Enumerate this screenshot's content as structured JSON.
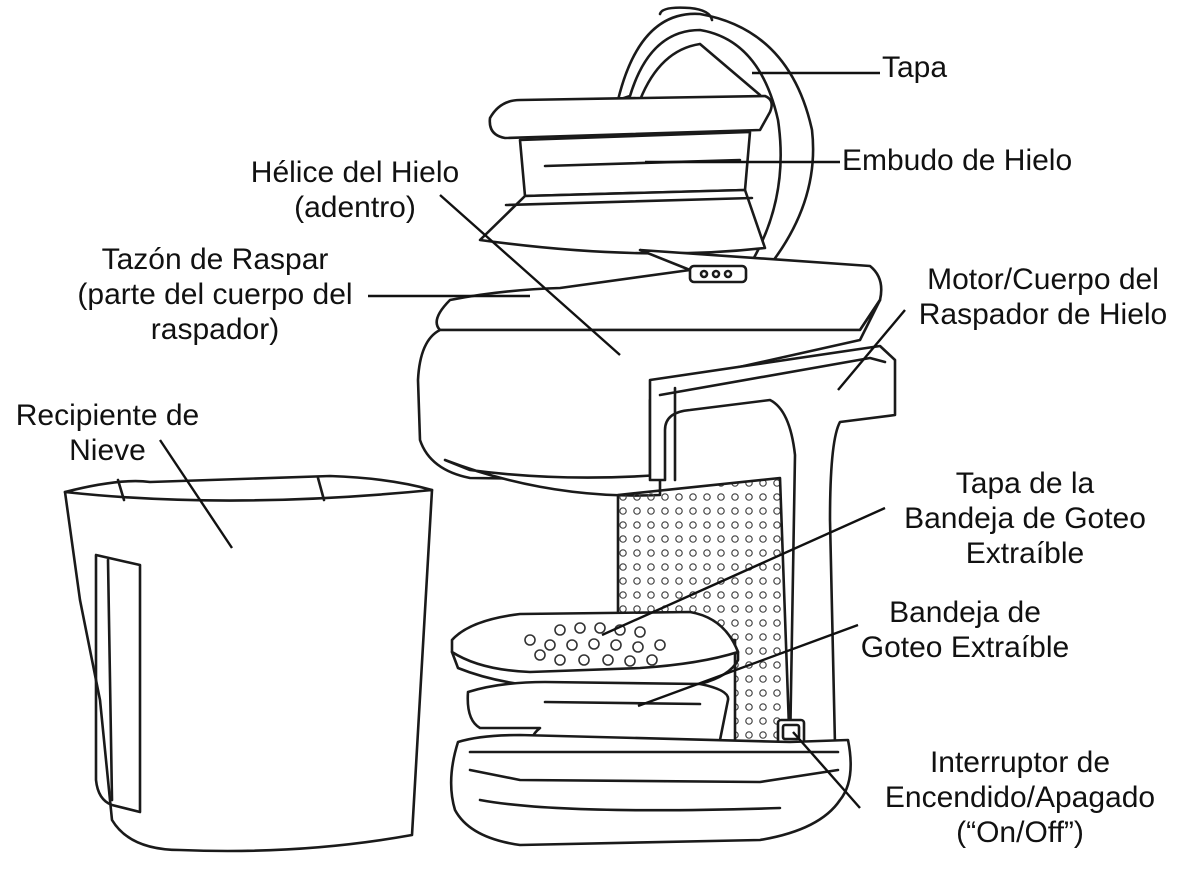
{
  "labels": {
    "tapa": [
      "Tapa"
    ],
    "embudo": [
      "Embudo de Hielo"
    ],
    "helice": [
      "Hélice del Hielo",
      "(adentro)"
    ],
    "tazon": [
      "Tazón de Raspar",
      "(parte del cuerpo del",
      "raspador)"
    ],
    "motor": [
      "Motor/Cuerpo del",
      "Raspador de Hielo"
    ],
    "recipiente": [
      "Recipiente de",
      "Nieve"
    ],
    "tapa_bandeja": [
      "Tapa de la",
      "Bandeja de Goteo",
      "Extraíble"
    ],
    "bandeja": [
      "Bandeja de",
      "Goteo Extraíble"
    ],
    "interruptor": [
      "Interruptor de",
      "Encendido/Apagado",
      "(“On/Off”)"
    ]
  }
}
